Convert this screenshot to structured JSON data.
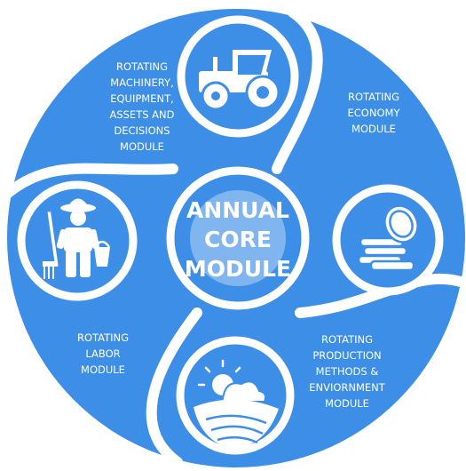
{
  "colors": {
    "primary": "#3c8ee6",
    "background": "#ffffff",
    "core_halo": "#8ec3f5",
    "text": "#ffffff"
  },
  "core": {
    "lines": [
      "ANNUAL",
      "CORE",
      "MODULE"
    ]
  },
  "modules": {
    "machinery": {
      "icon": "tractor-icon",
      "lines": [
        "ROTATING",
        "MACHINERY,",
        "EQUIPMENT,",
        "ASSETS AND",
        "DECISIONS",
        "MODULE"
      ]
    },
    "economy": {
      "icon": "coins-icon",
      "lines": [
        "ROTATING",
        "ECONOMY",
        "MODULE"
      ]
    },
    "production": {
      "icon": "farmland-sun-icon",
      "lines": [
        "ROTATING",
        "PRODUCTION",
        "METHODS &",
        "ENVIORNMENT",
        "MODULE"
      ]
    },
    "labor": {
      "icon": "farmer-icon",
      "lines": [
        "ROTATING",
        "LABOR",
        "MODULE"
      ]
    }
  }
}
